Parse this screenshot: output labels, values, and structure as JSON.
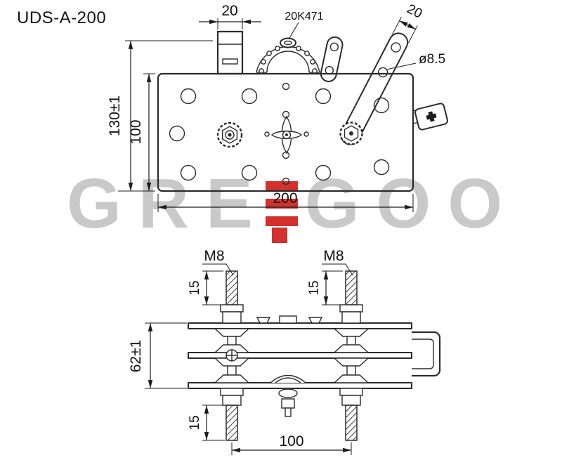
{
  "title": "UDS-A-200",
  "watermark": {
    "left": "GRE",
    "right": "GOO",
    "accent_color": "#d2312d",
    "gray": "#c9c9c9"
  },
  "top_view": {
    "dim_tab_width": "20",
    "part_label": "20K471",
    "dim_strap_width": "20",
    "hole_dia": "ø8.5",
    "dim_height_overall": "130±1",
    "dim_height_plate": "100",
    "dim_width_plate": "200"
  },
  "bottom_view": {
    "thread_left": "M8",
    "thread_right": "M8",
    "dim_thread_top_left": "15",
    "dim_thread_top_right": "15",
    "dim_stack_height": "62±1",
    "dim_thread_bottom": "15",
    "dim_stud_spacing": "100"
  }
}
